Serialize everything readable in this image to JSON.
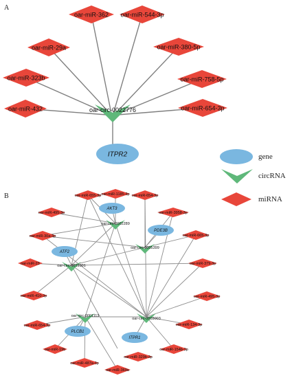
{
  "panel_a": {
    "label": "A",
    "center": "oar-circ-0022776",
    "gene": "ITPR2",
    "mirnas": [
      "oar-miR-362",
      "oar-miR-544-3p",
      "oar-miR-29a",
      "oar-miR-380-5p",
      "oar-miR-323b",
      "oar-miR-758-5p",
      "oar-miR-432",
      "oar-miR-654-3p"
    ]
  },
  "legend": {
    "gene": "gene",
    "circrna": "circRNA",
    "mirna": "miRNA",
    "colors": {
      "gene": "#7ab7e0",
      "circrna": "#5fb87a",
      "mirna": "#e8463a"
    }
  },
  "panel_b": {
    "label": "B",
    "circs": [
      "oar-circ-0002289",
      "oar-circ-0005399",
      "oar-circ-0019301",
      "oar-circ-0001113",
      "oar-circ-0003003"
    ],
    "genes": [
      "AKT3",
      "PDE3B",
      "ATF2",
      "PLCB1",
      "ITPR1"
    ],
    "mirnas": [
      "oar-miR-655-3p",
      "oar-miR-1185-3p",
      "oar-miR-654-3p",
      "oar-miR-495-3p",
      "oar-miR-3958-3p",
      "oar-miR-665-3p",
      "oar-miR-30a-3p",
      "oar-miR-379-3p",
      "oar-miR-23",
      "oar-miR-410-3p",
      "oar-miR-495-3p",
      "oar-miR-654-3p",
      "oar-miR-134-3p",
      "oar-miR-19b",
      "oar-miR-154b-3p",
      "oar-miR-487a-3p",
      "oar-miR-329b-3p",
      "oar-miR-369a"
    ]
  }
}
